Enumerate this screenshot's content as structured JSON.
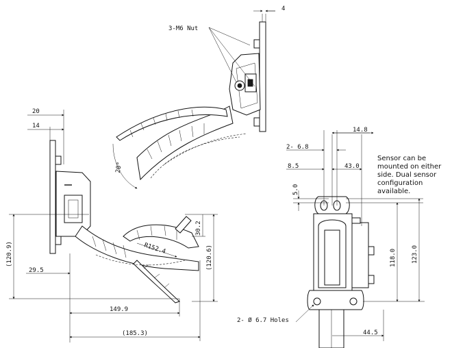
{
  "annotations": {
    "nut_label": "3-M6 Nut",
    "holes_label": "2- Ø 6.7 Holes",
    "sensor_note": [
      "Sensor can be",
      "mounted on either",
      "side. Dual sensor",
      "configuration",
      "available."
    ]
  },
  "dimensions": {
    "top_4": "4",
    "d20": "20",
    "d14": "14",
    "angle_20": "20°",
    "d120_9": "(120.9)",
    "d29_5": "29.5",
    "d149_9": "149.9",
    "d185_3": "(185.3)",
    "d120_6": "(120.6)",
    "d30_2": "30.2",
    "r152": "R152.4",
    "d14_8": "14.8",
    "d2x6_8": "2- 6.8",
    "d8_5": "8.5",
    "d43": "43.0",
    "d5": "5.0",
    "d118": "118.0",
    "d123": "123.0",
    "d44_5": "44.5"
  }
}
